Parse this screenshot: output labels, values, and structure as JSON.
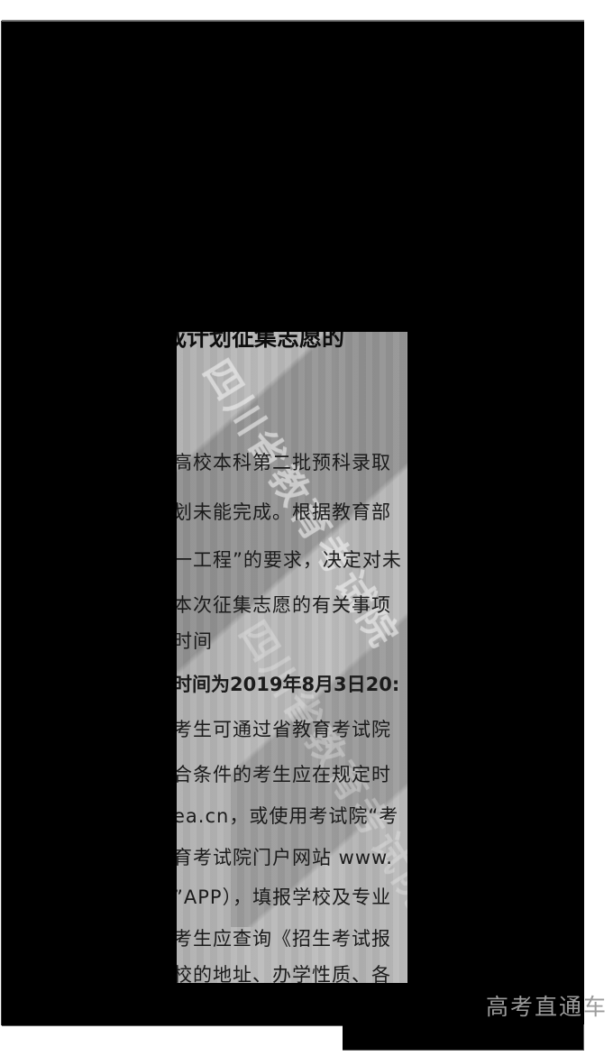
{
  "viewer": {
    "background_color": "#000000",
    "page_background_color": "#ffffff"
  },
  "document": {
    "name": "scanned-notice-image",
    "paper_color": "#b8b8b8",
    "ink_color": "#1b1b1b",
    "watermark": "四川省教育考试院",
    "lines": [
      {
        "text": "或计划征集志愿的",
        "style": "title"
      },
      {
        "text": "高校本科第二批预科录取",
        "style": "body"
      },
      {
        "text": "划未能完成。根据教育部",
        "style": "body"
      },
      {
        "text": "一工程”的要求，决定对未",
        "style": "body"
      },
      {
        "text": "本次征集志愿的有关事项",
        "style": "body"
      },
      {
        "text": "时间",
        "style": "body"
      },
      {
        "text": "时间为2019年8月3日20:",
        "style": "bold"
      },
      {
        "text": "考生可通过省教育考试院",
        "style": "body"
      },
      {
        "text": "合条件的考生应在规定时",
        "style": "body"
      },
      {
        "text": "ea.cn，或使用考试院“考",
        "style": "body"
      },
      {
        "text": "育考试院门户网站 www.",
        "style": "body"
      },
      {
        "text": "”APP），填报学校及专业",
        "style": "body"
      },
      {
        "text": "考生应查询《招生考试报",
        "style": "body"
      },
      {
        "text": "校的地址、办学性质、各",
        "style": "body"
      }
    ]
  },
  "app_watermark": {
    "text": "高考直通车",
    "color": "#9c9c9c"
  }
}
